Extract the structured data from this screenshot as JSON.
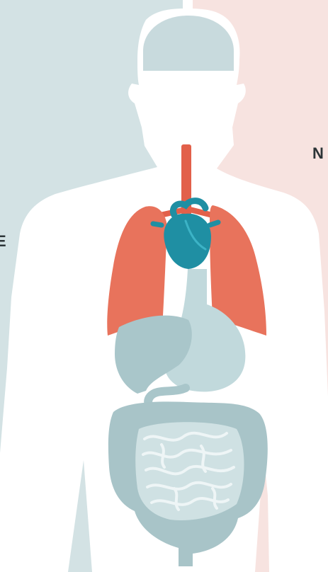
{
  "left_panel": {
    "edge_text": "E"
  },
  "right_panel": {
    "edge_text": "N"
  },
  "colors": {
    "left_background": "#d3e2e4",
    "right_background": "#f7e3e0",
    "body_silhouette": "#ffffff",
    "head_fill": "#c8dadd",
    "lungs": "#e8735c",
    "trachea": "#e2604a",
    "heart": "#1f8fa3",
    "stomach": "#c1d9dc",
    "liver": "#a9c6ca",
    "intestines": "#a8c4c8",
    "intestine_lines": "#eef5f6"
  },
  "illustration": {
    "subject": "human-body-organs",
    "organs": [
      "trachea",
      "lungs",
      "heart",
      "stomach",
      "liver",
      "large-intestine",
      "small-intestine"
    ]
  }
}
